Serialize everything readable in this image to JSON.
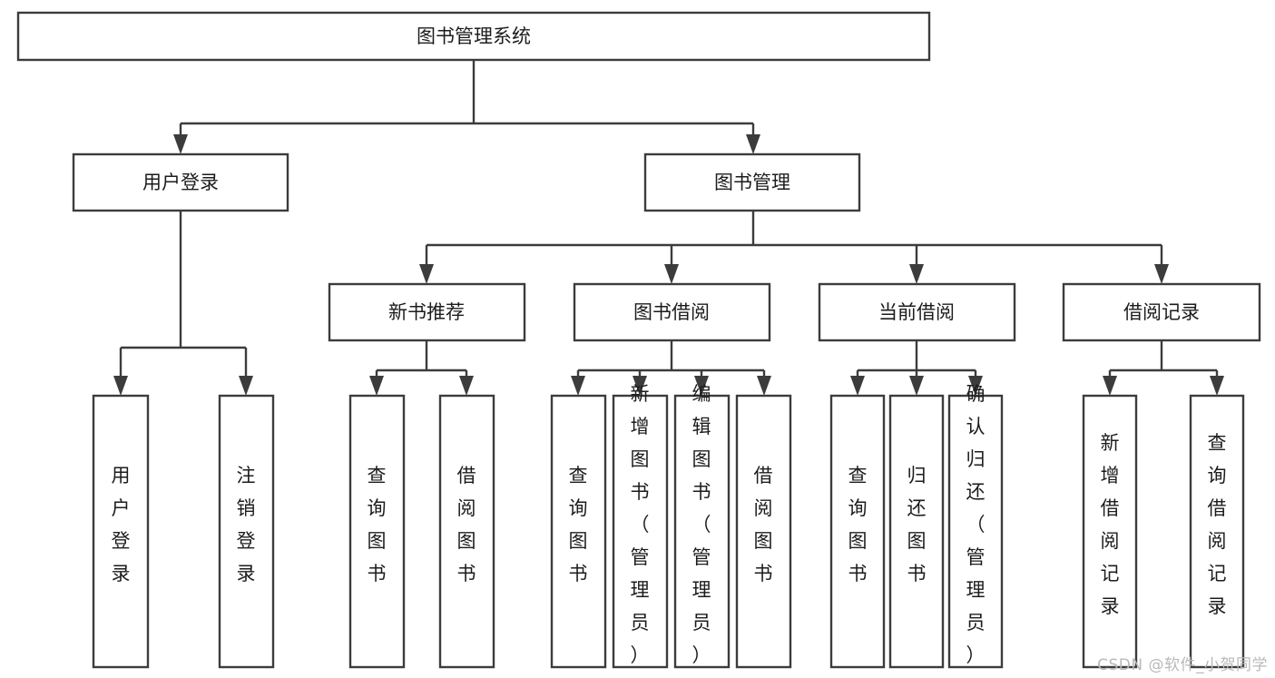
{
  "diagram": {
    "type": "tree-hierarchy",
    "title": "图书管理系统",
    "root": {
      "id": "root",
      "label": "图书管理系统",
      "orientation": "horizontal"
    },
    "level2": [
      {
        "id": "user-login",
        "label": "用户登录",
        "orientation": "horizontal"
      },
      {
        "id": "book-manage",
        "label": "图书管理",
        "orientation": "horizontal"
      }
    ],
    "level3": [
      {
        "id": "new-book-recommend",
        "label": "新书推荐",
        "orientation": "horizontal",
        "parent": "book-manage"
      },
      {
        "id": "book-borrow",
        "label": "图书借阅",
        "orientation": "horizontal",
        "parent": "book-manage"
      },
      {
        "id": "current-borrow",
        "label": "当前借阅",
        "orientation": "horizontal",
        "parent": "book-manage"
      },
      {
        "id": "borrow-record",
        "label": "借阅记录",
        "orientation": "horizontal",
        "parent": "book-manage"
      }
    ],
    "leaves": [
      {
        "id": "leaf-user-login",
        "label": "用户登录",
        "orientation": "vertical",
        "parent": "user-login"
      },
      {
        "id": "leaf-user-logout",
        "label": "注销登录",
        "orientation": "vertical",
        "parent": "user-login"
      },
      {
        "id": "leaf-query-book-1",
        "label": "查询图书",
        "orientation": "vertical",
        "parent": "new-book-recommend"
      },
      {
        "id": "leaf-borrow-book-1",
        "label": "借阅图书",
        "orientation": "vertical",
        "parent": "new-book-recommend"
      },
      {
        "id": "leaf-query-book-2",
        "label": "查询图书",
        "orientation": "vertical",
        "parent": "book-borrow"
      },
      {
        "id": "leaf-add-book",
        "label": "新增图书（管理员）",
        "orientation": "vertical",
        "parent": "book-borrow"
      },
      {
        "id": "leaf-edit-book",
        "label": "编辑图书（管理员）",
        "orientation": "vertical",
        "parent": "book-borrow"
      },
      {
        "id": "leaf-borrow-book-2",
        "label": "借阅图书",
        "orientation": "vertical",
        "parent": "book-borrow"
      },
      {
        "id": "leaf-query-book-3",
        "label": "查询图书",
        "orientation": "vertical",
        "parent": "current-borrow"
      },
      {
        "id": "leaf-return-book",
        "label": "归还图书",
        "orientation": "vertical",
        "parent": "current-borrow"
      },
      {
        "id": "leaf-confirm-return",
        "label": "确认归还（管理员）",
        "orientation": "vertical",
        "parent": "current-borrow"
      },
      {
        "id": "leaf-add-record",
        "label": "新增借阅记录",
        "orientation": "vertical",
        "parent": "borrow-record"
      },
      {
        "id": "leaf-query-record",
        "label": "查询借阅记录",
        "orientation": "vertical",
        "parent": "borrow-record"
      }
    ],
    "colors": {
      "stroke": "#3c3c3c",
      "fill": "#ffffff",
      "text": "#1c1c1c",
      "background": "#ffffff",
      "watermark": "#b9b9b9"
    }
  },
  "watermark": {
    "text": "CSDN @软件_小贺同学"
  }
}
